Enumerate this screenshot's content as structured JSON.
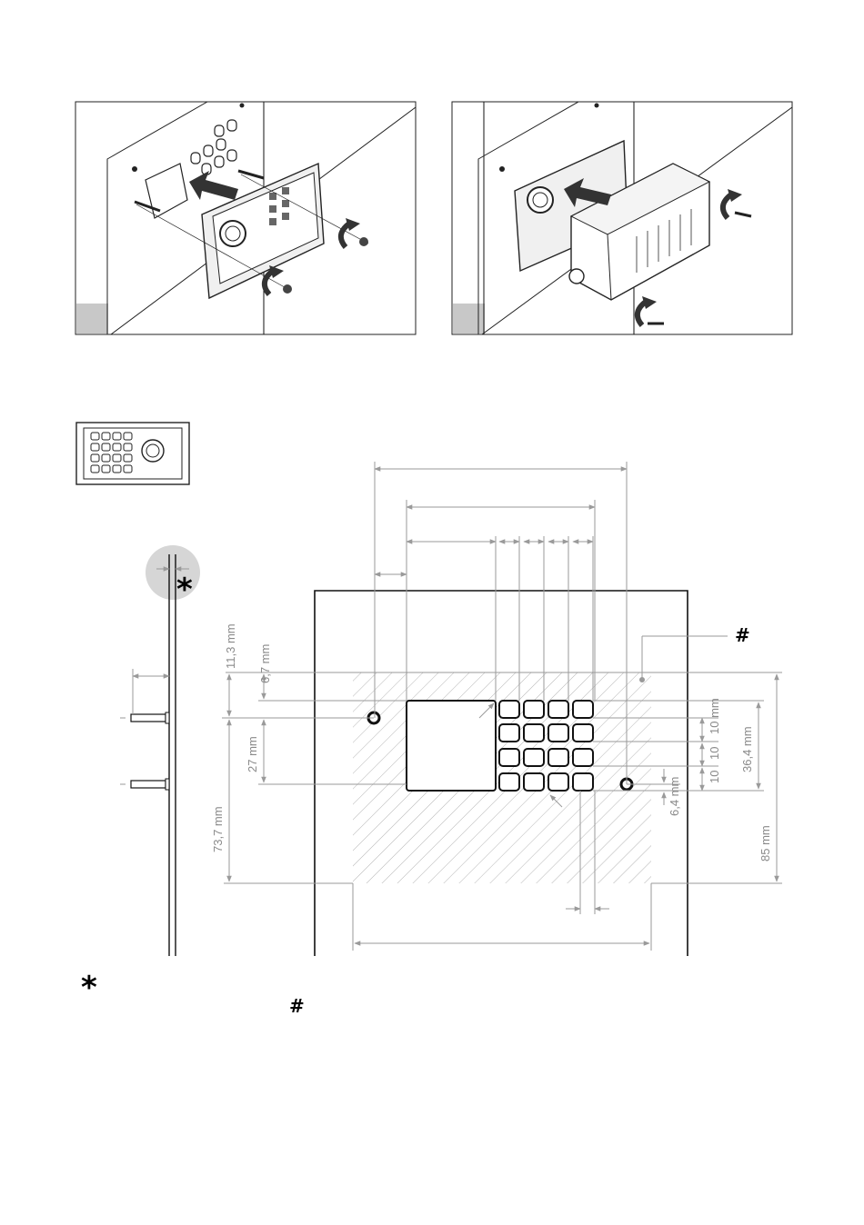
{
  "symbols": {
    "asterisk": "*",
    "hash": "#"
  },
  "dimensions": {
    "d_11_3": "11,3 mm",
    "d_6_7": "6,7 mm",
    "d_27": "27 mm",
    "d_73_7": "73,7 mm",
    "d_10_mm": "10 mm",
    "d_10_a": "10",
    "d_10_b": "10",
    "d_36_4": "36,4 mm",
    "d_6_4": "6,4 mm",
    "d_85": "85 mm"
  },
  "colors": {
    "line": "#111111",
    "dimension": "#9a9a9a",
    "step_marker": "#c8c8c8",
    "detail_circle": "#d6d6d6"
  },
  "icons": [
    "arrow-icon",
    "rotate-arrow-icon",
    "screw-icon",
    "keypad-module-icon"
  ]
}
